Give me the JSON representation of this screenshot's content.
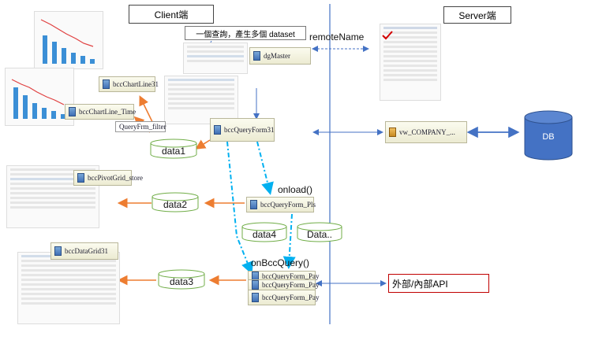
{
  "headers": {
    "client": "Client端",
    "server": "Server端"
  },
  "notes": {
    "query_note": "一個查詢，產生多個 dataset"
  },
  "labels": {
    "remote_name": "remoteName",
    "onload": "onload()",
    "on_bcc_query": "onBccQuery()"
  },
  "components": {
    "dg_master": "dgMaster",
    "chart_line31": "bccChartLine31",
    "chart_line_time": "bccChartLine_Time",
    "query_frm_filter": "QueryFrm_filter",
    "query_form31": "bccQueryForm31",
    "pivot_grid_store": "bccPivotGrid_store",
    "query_form_pls": "bccQueryForm_Pls",
    "data_grid31": "bccDataGrid31",
    "query_form_pay_1": "bccQueryForm_Pay",
    "query_form_pay_2": "bccQueryForm_Pay",
    "query_form_pay_3": "bccQueryForm_Pay",
    "vw_company": "vw_COMPANY_..."
  },
  "datasets": {
    "data1": "data1",
    "data2": "data2",
    "data3": "data3",
    "data4": "data4",
    "data_more": "Data.."
  },
  "server_side": {
    "db": "DB",
    "api": "外部/內部API"
  },
  "colors": {
    "divider": "#4472c4",
    "arrow_blue": "#4472c4",
    "arrow_orange": "#ed7d31",
    "dashed_cyan": "#00b0f0",
    "db_fill": "#4472c4",
    "dataset_border": "#70ad47"
  }
}
